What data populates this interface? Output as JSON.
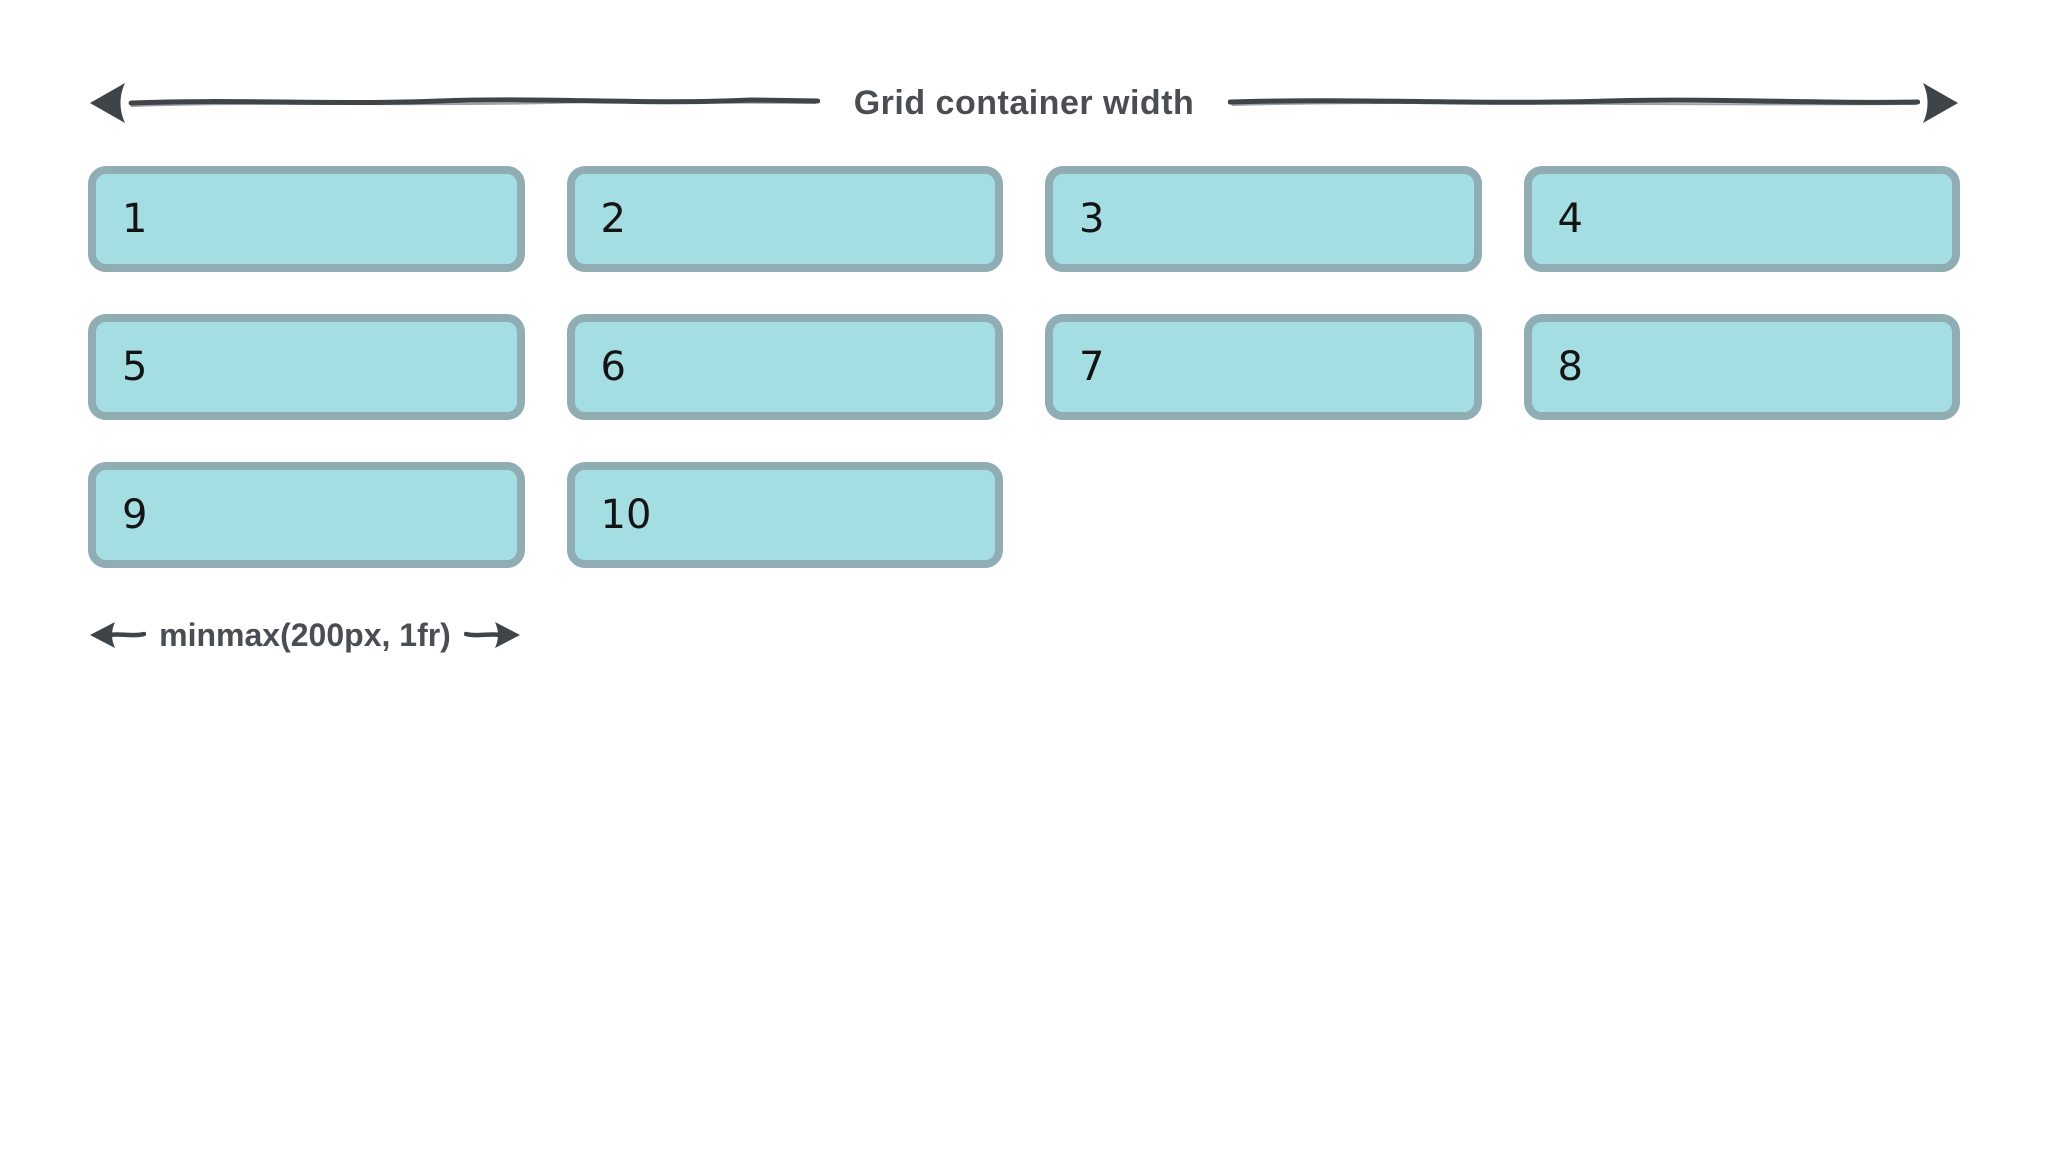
{
  "canvas": {
    "background": "#ffffff"
  },
  "annotations": {
    "container_width": {
      "label": "Grid container width",
      "text_color": "#4a4e52",
      "arrow_color": "#3f4449",
      "arrow_style": "hand-drawn double-headed horizontal arrow spanning full grid width"
    },
    "track_size": {
      "label": "minmax(200px, 1fr)",
      "text_color": "#4a4e52",
      "arrow_color": "#3f4449",
      "arrow_style": "hand-drawn double-headed horizontal arrow spanning first column width"
    }
  },
  "grid": {
    "columns": 4,
    "rows": 3,
    "items": [
      "1",
      "2",
      "3",
      "4",
      "5",
      "6",
      "7",
      "8",
      "9",
      "10"
    ],
    "box": {
      "fill": "#a4dee3",
      "border": "#8fadb2",
      "number_color": "#141414"
    }
  }
}
